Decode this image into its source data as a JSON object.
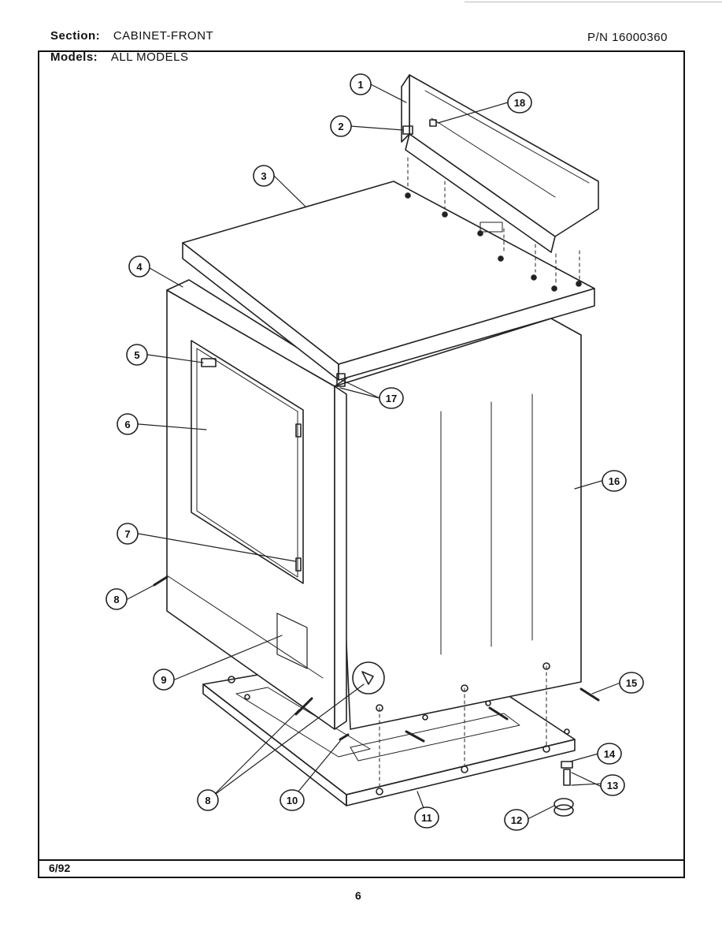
{
  "header": {
    "section_label": "Section:",
    "section_value": "CABINET-FRONT",
    "models_label": "Models:",
    "models_value": "ALL MODELS",
    "part_number": "P/N 16000360"
  },
  "footer": {
    "date": "6/92",
    "page_number": "6"
  },
  "callouts": {
    "c1": "1",
    "c2": "2",
    "c3": "3",
    "c4": "4",
    "c5": "5",
    "c6": "6",
    "c7": "7",
    "c8a": "8",
    "c8b": "8",
    "c9": "9",
    "c10": "10",
    "c11": "11",
    "c12": "12",
    "c13": "13",
    "c14": "14",
    "c15": "15",
    "c16": "16",
    "c17": "17",
    "c18": "18"
  }
}
